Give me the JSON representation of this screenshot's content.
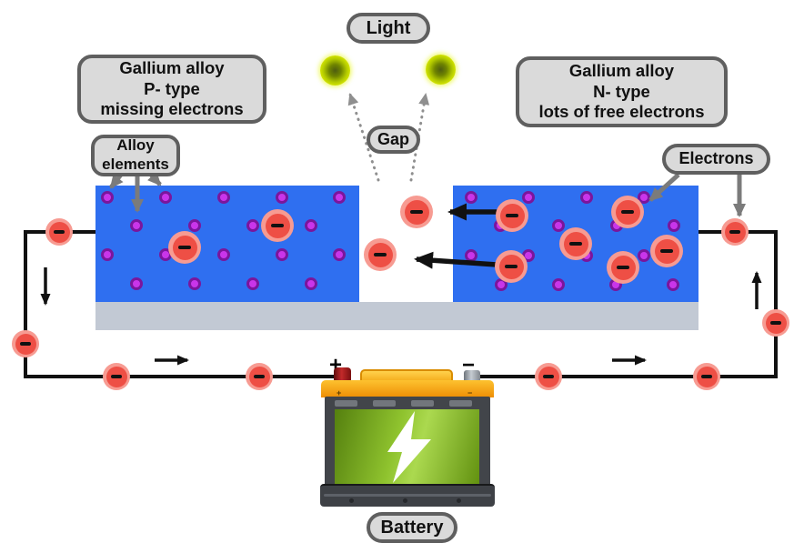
{
  "diagram_labels": {
    "light": "Light",
    "gap": "Gap",
    "electrons": "Electrons",
    "alloy_elements": {
      "lines": [
        "Alloy",
        "elements"
      ]
    },
    "p_type": {
      "lines": [
        "Gallium alloy",
        "P- type",
        "missing electrons"
      ]
    },
    "n_type": {
      "lines": [
        "Gallium alloy",
        "N- type",
        "lots of free electrons"
      ]
    }
  },
  "battery": {
    "label": "Battery",
    "positive_sign": "+",
    "negative_sign": "−"
  },
  "particles": {
    "electron_symbol": "−",
    "alloy_dot_count": 34,
    "electron_count": 18,
    "photon_count": 2
  },
  "colors": {
    "block_blue": "#2F6FF0",
    "base_gray": "#C2C9D4",
    "dot_fill": "#C935EA",
    "dot_ring": "#7A169C",
    "electron_halo": "#F79B92",
    "electron_core": "#EE4F45",
    "label_fill": "#DADADA",
    "label_border": "#5F5F5F",
    "wire_black": "#111111",
    "arrow_gray": "#7B7B7B",
    "dotted_gray": "#8F8F8F",
    "photon_yellow": "#E9F600",
    "battery_orange": "#F5A61C",
    "battery_green": "#8FC32E",
    "battery_body_gray": "#42454A",
    "terminal_red": "#8E1111",
    "terminal_gray": "#9AA0A6"
  }
}
